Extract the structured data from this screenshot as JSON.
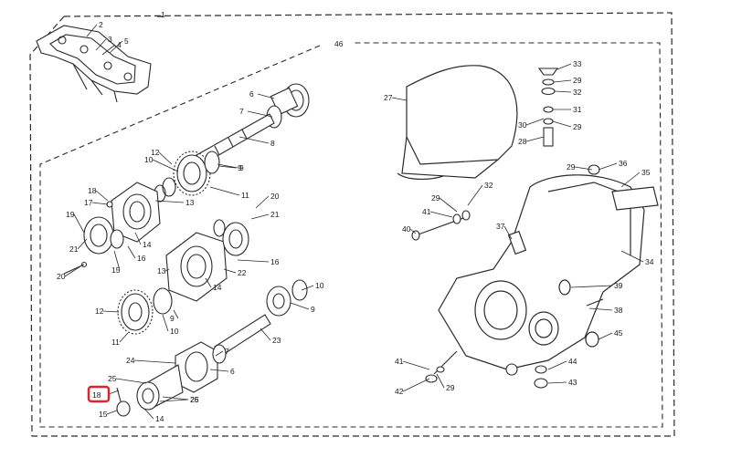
{
  "diagram": {
    "labels": [
      "1",
      "2",
      "3",
      "4",
      "5",
      "6",
      "7",
      "8",
      "9",
      "10",
      "11",
      "12",
      "13",
      "14",
      "15",
      "16",
      "17",
      "18",
      "19",
      "20",
      "21",
      "22",
      "23",
      "24",
      "25",
      "26",
      "27",
      "28",
      "29",
      "30",
      "31",
      "32",
      "33",
      "34",
      "35",
      "36",
      "37",
      "38",
      "39",
      "40",
      "41",
      "42",
      "43",
      "44",
      "45",
      "46"
    ],
    "highlighted_label": "18",
    "colors": {
      "ink": "#2a2a2a",
      "highlight": "#e0242b",
      "paper": "#ffffff"
    }
  }
}
